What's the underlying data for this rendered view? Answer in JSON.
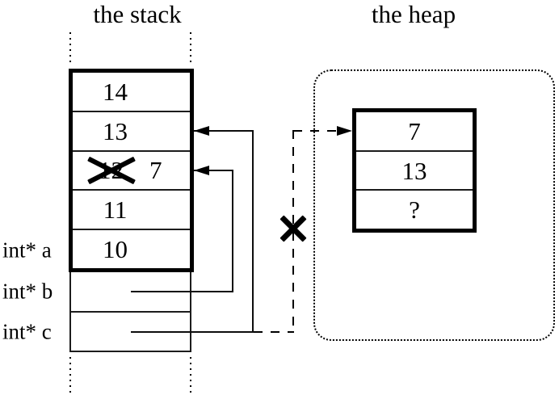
{
  "titles": {
    "stack": "the stack",
    "heap": "the heap"
  },
  "stack": {
    "rows": [
      "14",
      "13",
      "12",
      "11",
      "10"
    ],
    "crossed_row_old_value": "12",
    "crossed_row_new_value": "7"
  },
  "variables": [
    {
      "label": "int* a"
    },
    {
      "label": "int* b"
    },
    {
      "label": "int* c"
    }
  ],
  "heap": {
    "rows": [
      "7",
      "13",
      "?"
    ]
  },
  "colors": {
    "ink": "#000000",
    "background": "#ffffff"
  }
}
